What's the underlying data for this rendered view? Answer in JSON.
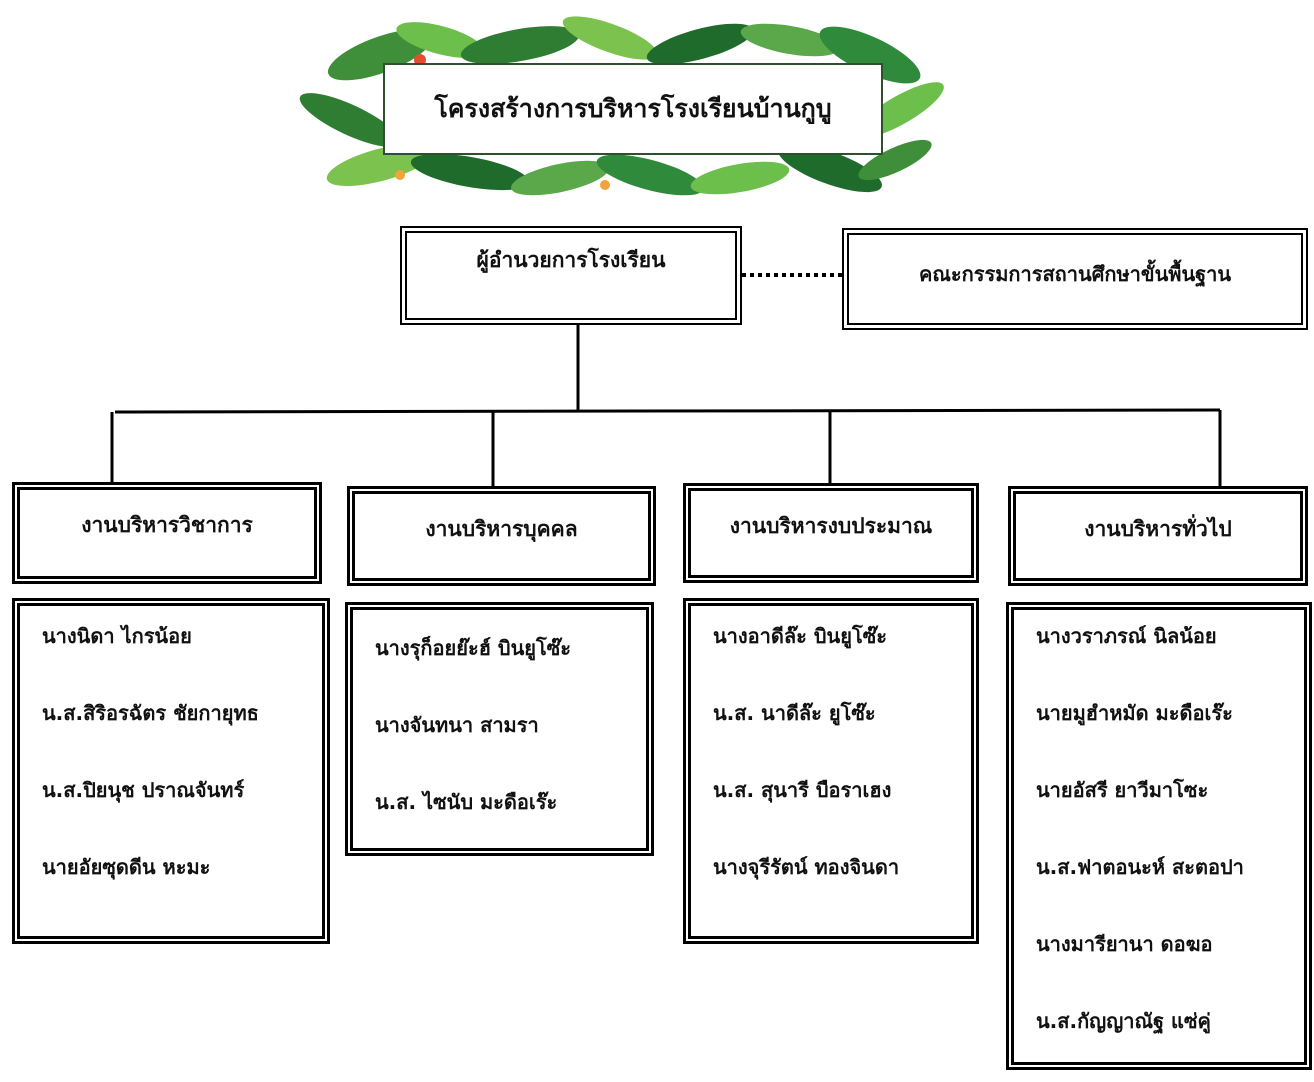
{
  "title": "โครงสร้างการบริหารโรงเรียนบ้านกูบู",
  "director": "ผู้อำนวยการโรงเรียน",
  "committee": "คณะกรรมการสถานศึกษาขั้นพื้นฐาน",
  "departments": [
    {
      "name": "งานบริหารวิชาการ",
      "members": [
        "นางนิดา  ไกรน้อย",
        "น.ส.สิริอรฉัตร ชัยกายุทธ",
        "น.ส.ปิยนุช ปราณจันทร์",
        "นายอัยซุดดีน หะมะ"
      ]
    },
    {
      "name": "งานบริหารบุคคล",
      "members": [
        "นางรุก็อยย๊ะฮ์  บินยูโซ๊ะ",
        "นางจันทนา  สามรา",
        "น.ส. ไซนับ  มะดือเร๊ะ"
      ]
    },
    {
      "name": "งานบริหารงบประมาณ",
      "members": [
        "นางอาดีล๊ะ  บินยูโซ๊ะ",
        "น.ส. นาดีล๊ะ  ยูโซ๊ะ",
        "น.ส. สุนารี  บือราเฮง",
        "นางจุรีรัตน์  ทองจินดา"
      ]
    },
    {
      "name": "งานบริหารทั่วไป",
      "members": [
        "นางวราภรณ์  นิลน้อย",
        "นายมูฮำหมัด  มะดือเร๊ะ",
        "นายอัสรี  ยาวีมาโซะ",
        "น.ส.ฟาตอนะห์ สะตอปา",
        "นางมารียานา  ดอฆอ",
        "น.ส.กัญญาณัฐ  แซ่คู่"
      ]
    }
  ]
}
